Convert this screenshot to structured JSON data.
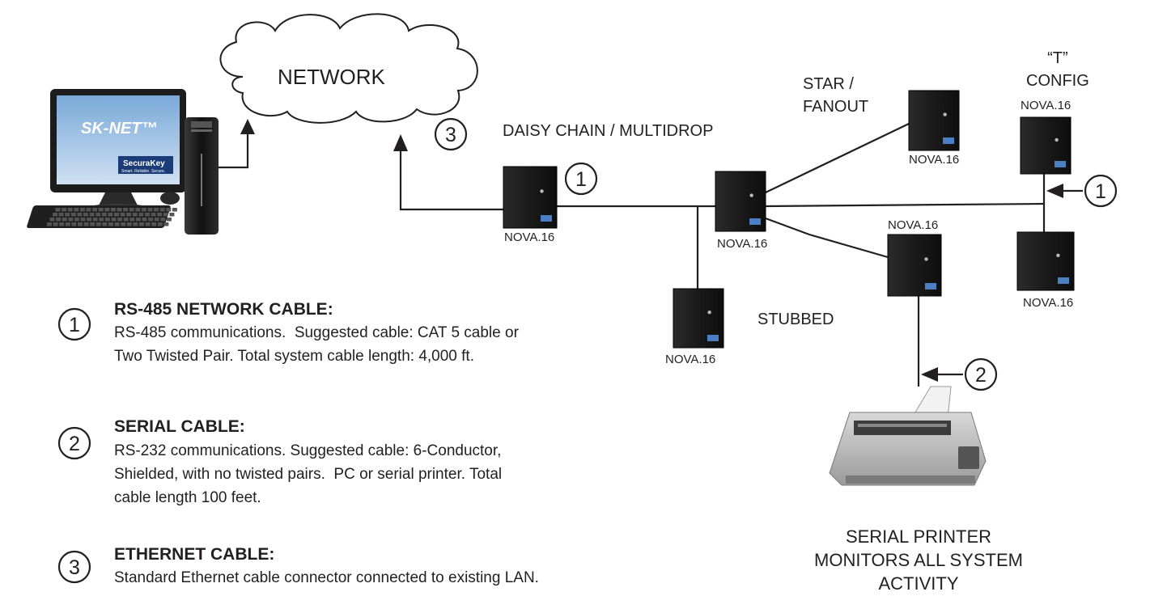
{
  "network": {
    "label": "NETWORK"
  },
  "computer": {
    "screen_title": "SK-NET™",
    "brand": "SecuraKey",
    "tagline": "Smart. Reliable. Secure."
  },
  "topology": {
    "daisy_chain": "DAISY CHAIN / MULTIDROP",
    "star": "STAR /\nFANOUT",
    "t_config": "“T”\nCONFIG",
    "stubbed": "STUBBED"
  },
  "controllers": {
    "c1": "NOVA.16",
    "c2": "NOVA.16",
    "c3": "NOVA.16",
    "c4": "NOVA.16",
    "c5": "NOVA.16",
    "c6": "NOVA.16",
    "c7": "NOVA.16"
  },
  "callouts": {
    "one": "1",
    "two": "2",
    "three": "3"
  },
  "printer": {
    "caption": "SERIAL PRINTER\nMONITORS ALL SYSTEM\nACTIVITY"
  },
  "legend": {
    "items": [
      {
        "number": "1",
        "title": "RS-485 NETWORK CABLE:",
        "body": "RS-485 communications.  Suggested cable: CAT 5 cable or\nTwo Twisted Pair. Total system cable length: 4,000 ft."
      },
      {
        "number": "2",
        "title": "SERIAL CABLE:",
        "body": "RS-232 communications. Suggested cable: 6-Conductor,\nShielded, with no twisted pairs.  PC or serial printer. Total\ncable length 100 feet."
      },
      {
        "number": "3",
        "title": "ETHERNET CABLE:",
        "body": "Standard Ethernet cable connector connected to existing LAN."
      }
    ]
  }
}
